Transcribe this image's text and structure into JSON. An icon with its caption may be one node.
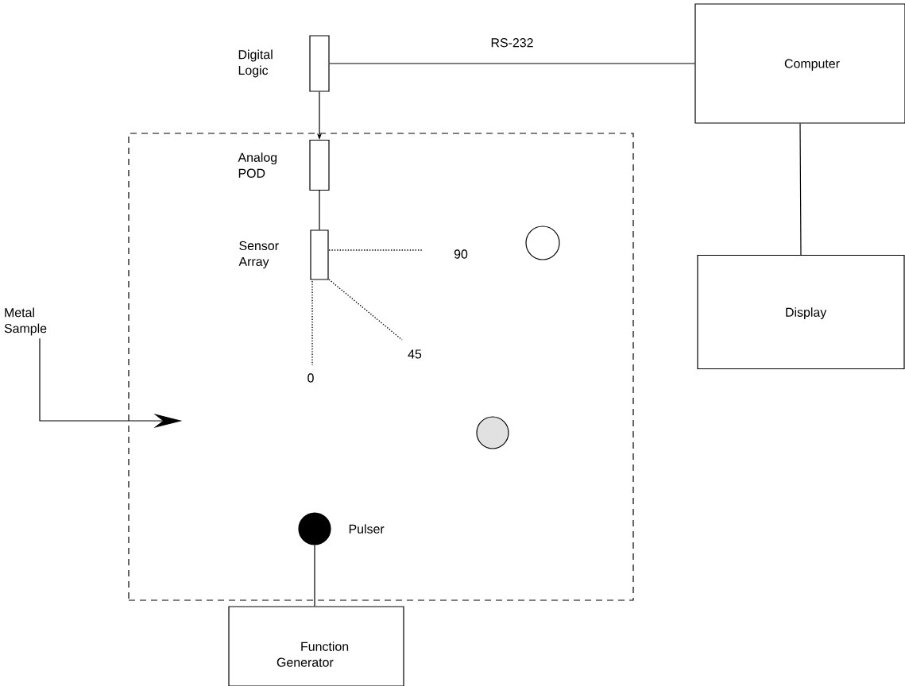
{
  "diagram": {
    "nodes": [
      {
        "text": [],
        "shape": "box"
      },
      {
        "text": [
          "Digital Logic"
        ]
      },
      {
        "text": [
          "Analog POD"
        ],
        "in": 0
      },
      {
        "text": [
          "Sensor Array"
        ],
        "in": 0
      },
      {
        "text": [
          "Computer"
        ]
      },
      {
        "text": [
          "Display"
        ]
      },
      {
        "text": [
          "Pulser"
        ],
        "in": 0
      },
      {
        "text": [
          "Function Generator"
        ]
      },
      {
        "text": [
          "Metal Sample"
        ]
      },
      {
        "text": [],
        "shape": "circle",
        "in": 0
      },
      {
        "text": [],
        "shape": "circle",
        "in": 0
      }
    ],
    "edges": [
      {
        "from": 1,
        "to": 4,
        "arrow": "none",
        "label": "RS-232"
      },
      {
        "from": 1,
        "to": 2,
        "arrow": "to"
      },
      {
        "from": 2,
        "to": 3,
        "arrow": "none"
      },
      {
        "from": 4,
        "to": 5,
        "arrow": "none"
      },
      {
        "from": 6,
        "to": 7,
        "arrow": "none"
      },
      {
        "from": 8,
        "to": 0,
        "arrow": "to"
      }
    ],
    "labels": [
      "90",
      "45",
      "0"
    ]
  }
}
